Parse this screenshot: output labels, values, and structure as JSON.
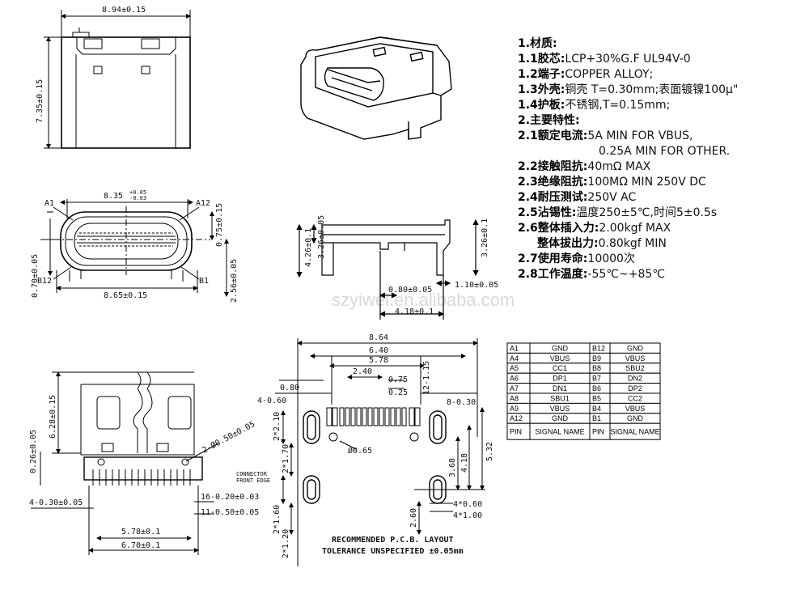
{
  "watermark": "szyiwei.en.alibaba.com",
  "front_view": {
    "width": "8.94±0.15",
    "height": "7.35±0.15"
  },
  "end_view": {
    "pin_a1": "A1",
    "pin_a12": "A12",
    "pin_b12": "B12",
    "pin_b1": "B1",
    "inner_width": "8.35",
    "inner_width_upper": "+0.05",
    "inner_width_lower": "-0.03",
    "outer_width": "8.65±0.15",
    "dim_075": "0.75±0.15",
    "dim_070": "0.70±0.05",
    "dim_256": "2.56±0.05"
  },
  "side_view": {
    "h1": "4.26±0.1",
    "h2": "3.26±0.05",
    "h3": "3.26±0.1",
    "w1": "0.80±0.05",
    "w2": "1.10±0.05",
    "w3": "4.18±0.1"
  },
  "bottom_view": {
    "h_628": "6.28±0.15",
    "h_026": "0.26±0.05",
    "hole": "2-Ø0.50±0.05",
    "pitch_a": "4-0.30±0.05",
    "pitch_b": "16-0.20±0.03",
    "pitch_c": "11-0.50±0.05",
    "w_578": "5.78±0.1",
    "w_670": "6.70±0.1",
    "connector_edge_1": "CONNECTOR",
    "connector_edge_2": "FRONT EDGE"
  },
  "pcb_layout": {
    "d_864": "8.64",
    "d_640": "6.40",
    "d_578": "5.78",
    "d_240": "2.40",
    "d_075": "0.75",
    "d_025": "0.25",
    "d_080": "0.80",
    "d_4060": "4-0.60",
    "d_12115": "12-1.15",
    "d_8030": "8-0.30",
    "d_2210": "2*2.10",
    "d_065": "Ø0.65",
    "d_2170": "2*1.70",
    "d_368": "3.68",
    "d_418": "4.18",
    "d_532": "5.32",
    "d_2160": "2*1.60",
    "d_2120": "2*1.20",
    "d_260": "2.60",
    "d_4060b": "4*0.60",
    "d_4100": "4*1.00",
    "title": "RECOMMENDED  P.C.B. LAYOUT",
    "tolerance": "TOLERANCE UNSPECIFIED ±0.05mm"
  },
  "specs": [
    {
      "k": "1.材质:",
      "v": ""
    },
    {
      "k": "1.1胶芯:",
      "v": "LCP+30%G.F UL94V-0"
    },
    {
      "k": "1.2端子:",
      "v": "COPPER ALLOY;"
    },
    {
      "k": "1.3外壳:",
      "v": "铜壳     T=0.30mm;表面镀镍100μ\""
    },
    {
      "k": "1.4护板:",
      "v": "不锈钢,T=0.15mm;"
    },
    {
      "k": "2.主要特性:",
      "v": ""
    },
    {
      "k": "2.1额定电流:",
      "v": "5A MIN FOR VBUS,"
    },
    {
      "k": "",
      "v": "0.25A MIN FOR OTHER."
    },
    {
      "k": "2.2接触阻抗:",
      "v": "40mΩ MAX"
    },
    {
      "k": "2.3绝缘阻抗:",
      "v": "100MΩ MIN 250V DC"
    },
    {
      "k": "2.4耐压测试:",
      "v": "250V AC"
    },
    {
      "k": "2.5沾锡性:",
      "v": "温度250±5℃,时间5±0.5s"
    },
    {
      "k": "2.6整体插入力:",
      "v": "2.00kgf MAX"
    },
    {
      "k": "整体拔出力:",
      "v": "0.80kgf MIN"
    },
    {
      "k": "2.7使用寿命:",
      "v": "10000次"
    },
    {
      "k": "2.8工作温度:",
      "v": "-55℃~+85℃"
    }
  ],
  "pin_table": {
    "rows": [
      [
        "A1",
        "GND",
        "B12",
        "GND"
      ],
      [
        "A4",
        "VBUS",
        "B9",
        "VBUS"
      ],
      [
        "A5",
        "CC1",
        "B8",
        "SBU2"
      ],
      [
        "A6",
        "DP1",
        "B7",
        "DN2"
      ],
      [
        "A7",
        "DN1",
        "B6",
        "DP2"
      ],
      [
        "A8",
        "SBU1",
        "B5",
        "CC2"
      ],
      [
        "A9",
        "VBUS",
        "B4",
        "VBUS"
      ],
      [
        "A12",
        "GND",
        "B1",
        "GND"
      ],
      [
        "PIN",
        "SIGNAL NAME",
        "PIN",
        "SIGNAL NAME"
      ]
    ]
  }
}
